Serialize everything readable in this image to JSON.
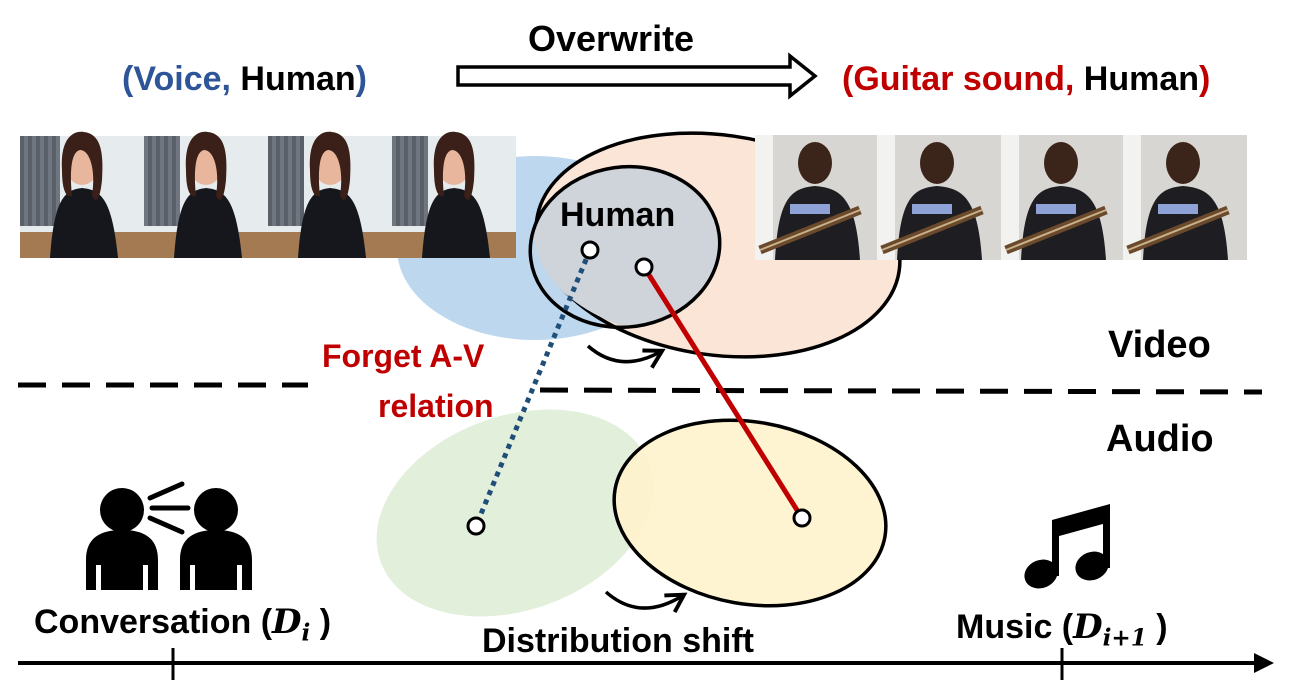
{
  "header": {
    "left_pair": {
      "open": "(",
      "audio": "Voice,",
      "visual": " Human",
      "close": ")"
    },
    "overwrite_label": "Overwrite",
    "right_pair": {
      "open": "(",
      "audio": "Guitar sound,",
      "visual": " Human",
      "close": ")"
    }
  },
  "overlap_label": "Human",
  "forget_label": {
    "line1": "Forget A-V",
    "line2": "relation"
  },
  "modalities": {
    "video": "Video",
    "audio": "Audio"
  },
  "distribution_shift_label": "Distribution shift",
  "timeline": {
    "left_task": {
      "name": "Conversation (",
      "symbol": "D",
      "subscript": "i",
      "close": " )"
    },
    "right_task": {
      "name": "Music (",
      "symbol": "D",
      "subscript": "i+1",
      "close": " )"
    }
  },
  "icons": {
    "conversation": "talking-people-icon",
    "music": "music-note-icon"
  },
  "colors": {
    "voice_blue": "#2e5597",
    "guitar_red": "#c00000",
    "forget_red": "#c00000",
    "blue_ellipse": "#bdd7ee",
    "peach_ellipse": "#fbe5d6",
    "green_ellipse": "#e2efda",
    "yellow_ellipse": "#fff2cc",
    "overlap_gray": "#cfd3da"
  }
}
